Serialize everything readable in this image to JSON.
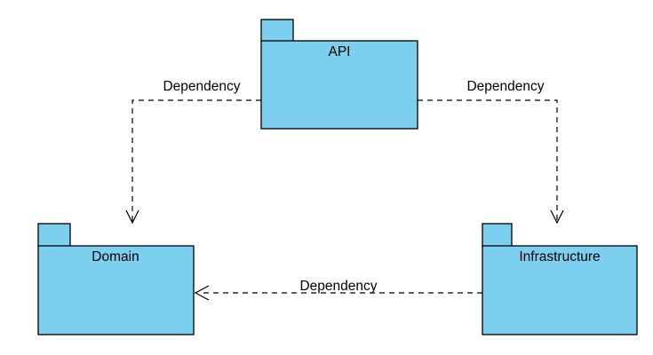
{
  "colors": {
    "package_fill": "#7DCFF0",
    "package_border": "#000000",
    "connector": "#000000",
    "background": "#FFFFFF"
  },
  "packages": [
    {
      "label": "API"
    },
    {
      "label": "Domain"
    },
    {
      "label": "Infrastructure"
    }
  ],
  "dependencies": [
    {
      "from": "API",
      "to": "Domain",
      "label": "Dependency"
    },
    {
      "from": "API",
      "to": "Infrastructure",
      "label": "Dependency"
    },
    {
      "from": "Infrastructure",
      "to": "Domain",
      "label": "Dependency"
    }
  ]
}
